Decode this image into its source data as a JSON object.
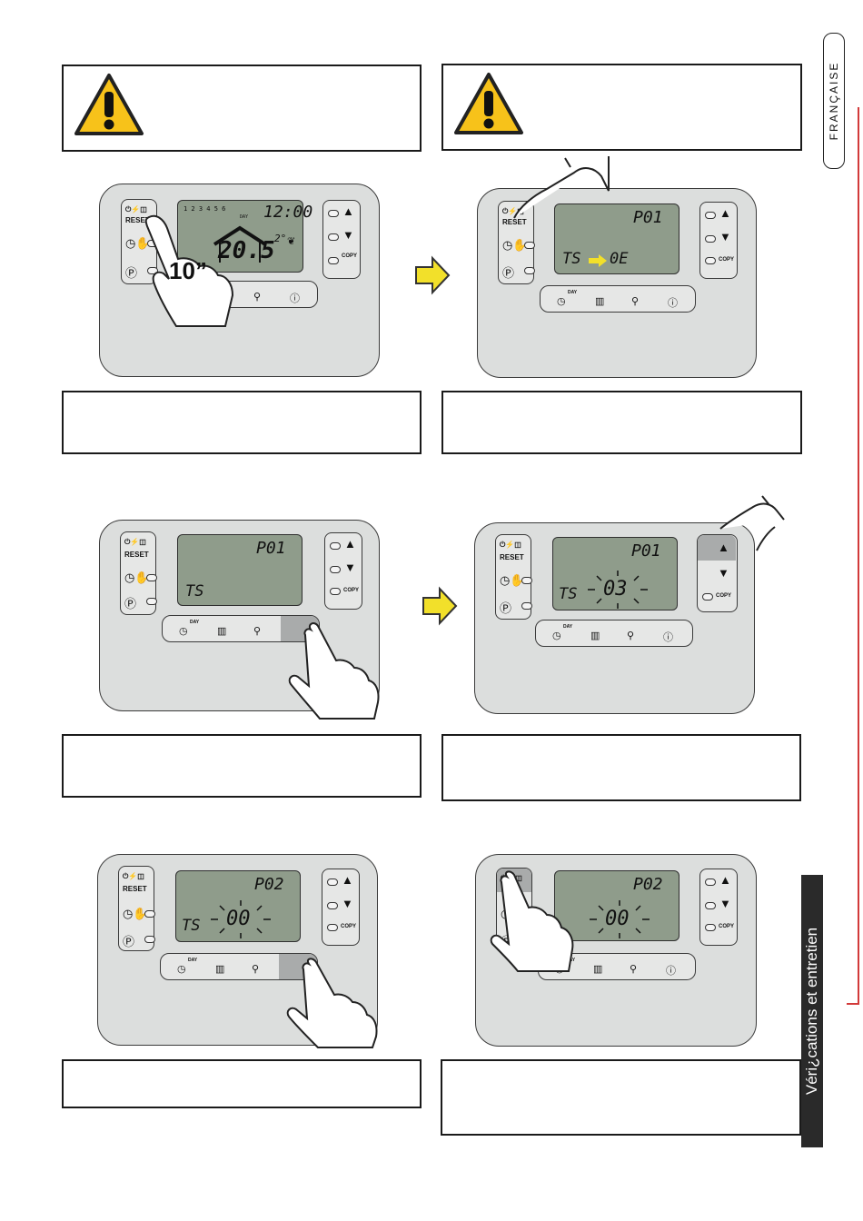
{
  "side": {
    "language": "FRANÇAISE",
    "section": "Véri¿cations et entretien"
  },
  "device": {
    "reset_label": "RESET",
    "copy_label": "COPY",
    "day_label": "DAY",
    "unit_c": "°C",
    "up_arrow": "▲",
    "down_arrow": "▼"
  },
  "panel1": {
    "digits_top": "1 2 3 4 5 6",
    "day": "DAY",
    "time": "12:00",
    "temp": "20.5",
    "temp_small": "2°",
    "hold_time": "10”"
  },
  "panel2": {
    "param": "P01",
    "ts": "TS",
    "value": "0E"
  },
  "panel3": {
    "param": "P01",
    "ts": "TS"
  },
  "panel4": {
    "param": "P01",
    "ts": "TS",
    "value": "03"
  },
  "panel5": {
    "param": "P02",
    "ts": "TS",
    "value": "00"
  },
  "panel6": {
    "param": "P02",
    "value": "00"
  }
}
